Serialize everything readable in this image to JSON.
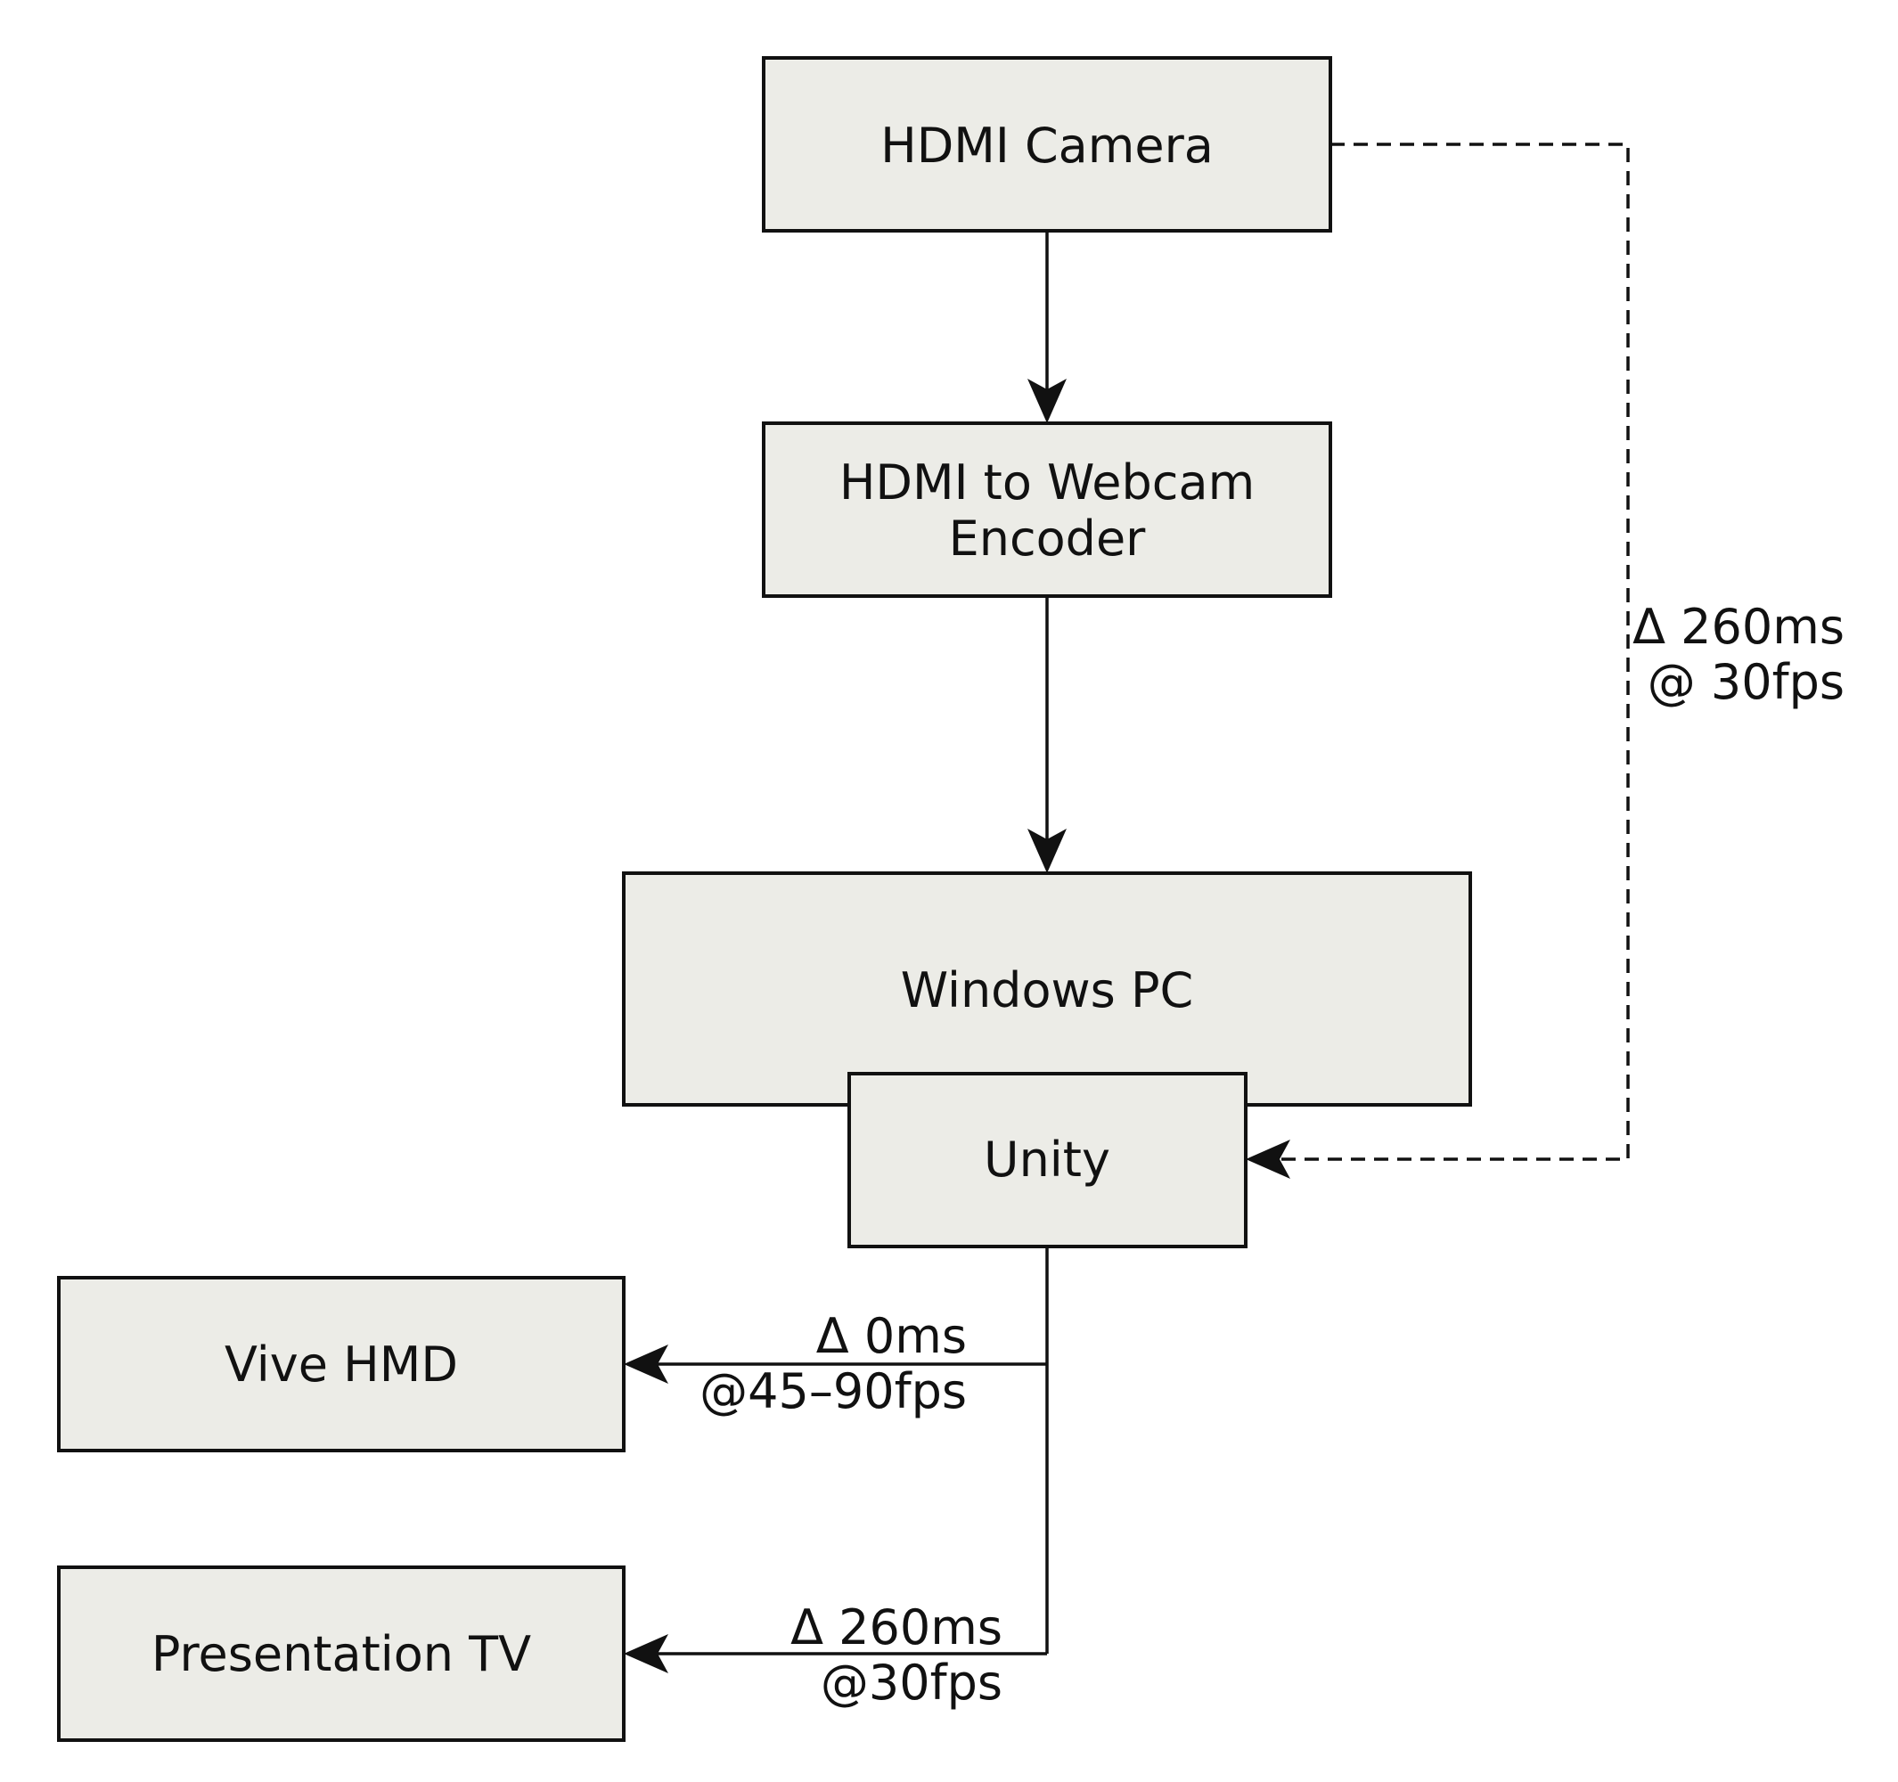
{
  "nodes": {
    "hdmi_camera": "HDMI Camera",
    "encoder_line1": "HDMI to Webcam",
    "encoder_line2": "Encoder",
    "windows_pc": "Windows PC",
    "unity": "Unity",
    "vive_hmd": "Vive HMD",
    "presentation_tv": "Presentation TV"
  },
  "edges": {
    "camera_to_unity": {
      "latency": "Δ 260ms",
      "rate": "@ 30fps",
      "style": "dashed"
    },
    "unity_to_vive": {
      "latency": "Δ 0ms",
      "rate": "@45–90fps"
    },
    "unity_to_tv": {
      "latency": "Δ 260ms",
      "rate": "@30fps"
    }
  }
}
